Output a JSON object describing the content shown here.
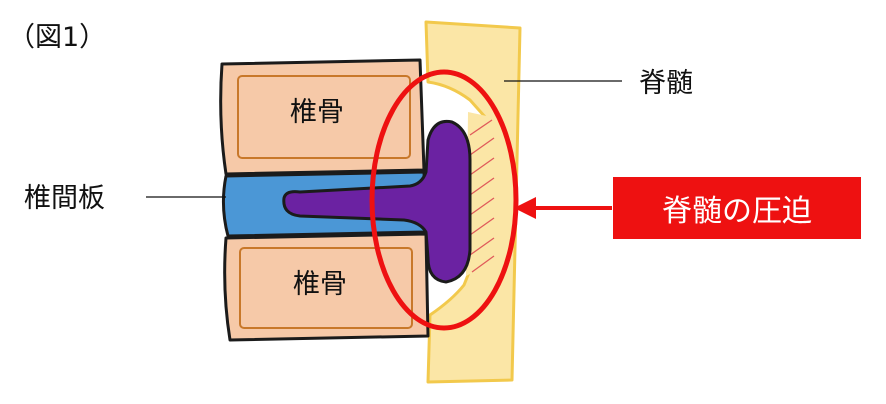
{
  "figure_label": "（図1）",
  "labels": {
    "vertebra_top": "椎骨",
    "vertebra_bottom": "椎骨",
    "disc": "椎間板",
    "spinal_cord": "脊髄",
    "callout": "脊髄の圧迫"
  },
  "colors": {
    "vertebra_fill": "#f6c9a8",
    "vertebra_inner_line": "#c8782a",
    "disc_fill": "#4b97d6",
    "herniation_fill": "#6b22a2",
    "spinal_cord_fill": "#fbe6a6",
    "spinal_cord_edge": "#f2c94c",
    "highlight_ring": "#ee1111",
    "callout_bg": "#ee1111",
    "callout_text": "#ffffff"
  }
}
